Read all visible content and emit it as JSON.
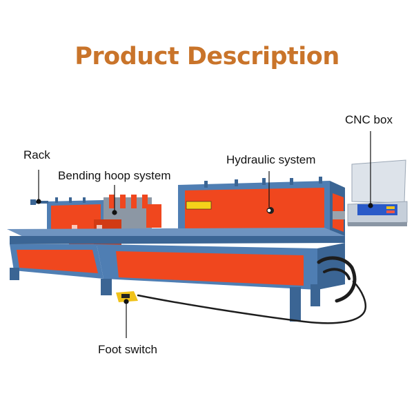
{
  "title": {
    "text": "Product Description",
    "color": "#c9742a"
  },
  "labels": {
    "rack": "Rack",
    "bending_hoop_system": "Bending hoop system",
    "hydraulic_system": "Hydraulic system",
    "cnc_box": "CNC box",
    "foot_switch": "Foot switch"
  },
  "colors": {
    "frame_blue": "#4f7eb3",
    "frame_dark": "#3b6594",
    "panel_red": "#f0471e",
    "panel_red_dark": "#d13a14",
    "cable": "#1d1d1d",
    "pedal_yellow": "#f0c21a",
    "screen_blue": "#2a5ac8",
    "cabinet_grey": "#dde3ea"
  }
}
